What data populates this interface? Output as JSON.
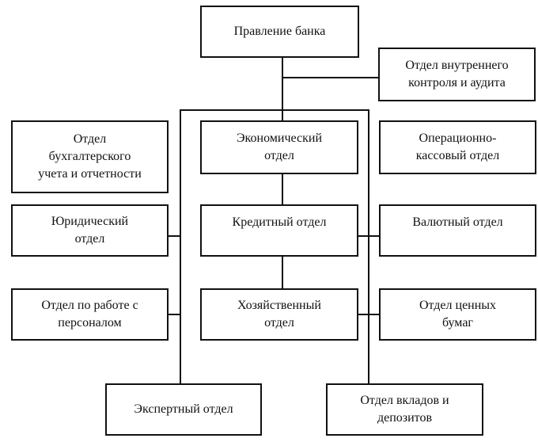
{
  "diagram": {
    "nodes": {
      "board": "Правление банка",
      "audit": "Отдел внутреннего\nконтроля и аудита",
      "accounting": "Отдел\nбухгалтерского\nучета и отчетности",
      "economic": "Экономический\nотдел",
      "cash_ops": "Операционно-\nкассовый отдел",
      "legal": "Юридический\nотдел",
      "credit": "Кредитный отдел",
      "currency": "Валютный отдел",
      "personnel": "Отдел по работе с\nперсоналом",
      "admin": "Хозяйственный\nотдел",
      "securities": "Отдел ценных\nбумаг",
      "expert": "Экспертный отдел",
      "deposits": "Отдел вкладов и\nдепозитов"
    }
  }
}
